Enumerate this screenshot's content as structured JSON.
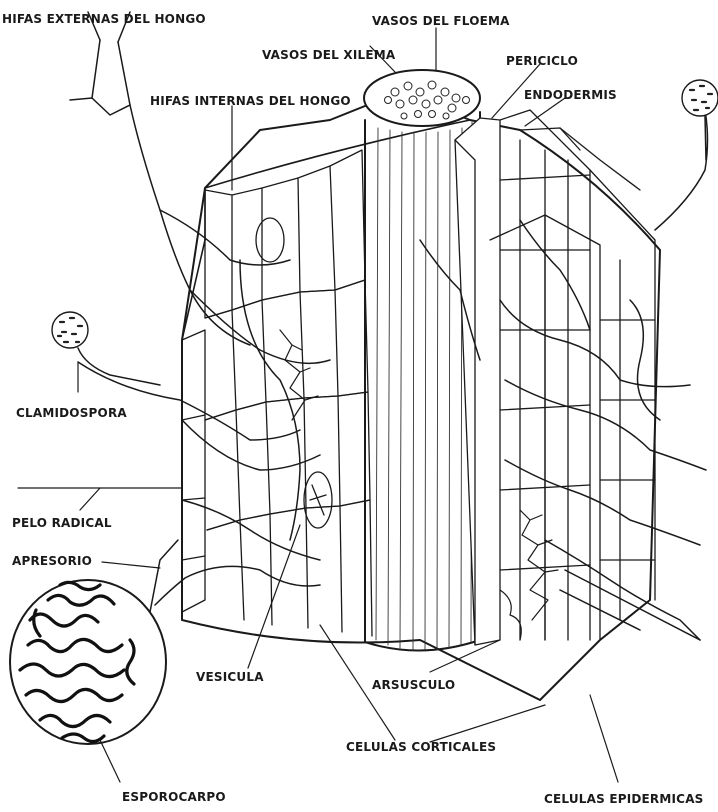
{
  "diagram": {
    "labels": {
      "hifas_externas": "HIFAS EXTERNAS DEL HONGO",
      "vasos_floema": "VASOS DEL FLOEMA",
      "vasos_xilema": "VASOS DEL XILEMA",
      "periciclo": "PERICICLO",
      "endodermis": "ENDODERMIS",
      "hifas_internas": "HIFAS INTERNAS DEL HONGO",
      "clamidospora": "CLAMIDOSPORA",
      "pelo_radical": "PELO RADICAL",
      "apresorio": "APRESORIO",
      "vesicula": "VESICULA",
      "arsusculo": "ARSUSCULO",
      "celulas_corticales": "CELULAS CORTICALES",
      "esporocarpo": "ESPOROCARPO",
      "celulas_epidermicas": "CELULAS EPIDERMICAS"
    }
  }
}
